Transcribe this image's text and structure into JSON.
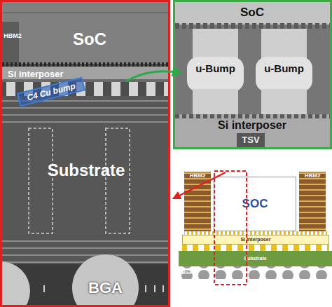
{
  "diagram": {
    "nodes": [
      {
        "text": [
          "SoC"
        ]
      },
      {
        "text": [
          "HBM2"
        ]
      },
      {
        "text": [
          "Si interposer"
        ]
      },
      {
        "text": [
          "C4 Cu bump"
        ]
      },
      {
        "text": [
          "Substrate"
        ]
      },
      {
        "text": [
          "BGA"
        ]
      },
      {
        "text": [
          "SoC"
        ]
      },
      {
        "text": [
          "u-Bump"
        ]
      },
      {
        "text": [
          "u-Bump"
        ]
      },
      {
        "text": [
          "Si interposer"
        ]
      },
      {
        "text": [
          "TSV"
        ]
      },
      {
        "text": [
          "HBM2"
        ]
      },
      {
        "text": [
          "SOC"
        ]
      },
      {
        "text": [
          "HBM2"
        ]
      },
      {
        "text": [
          "Si interposer"
        ]
      },
      {
        "text": [
          "Substrate"
        ]
      },
      {
        "text": [
          "BGA"
        ]
      }
    ]
  }
}
